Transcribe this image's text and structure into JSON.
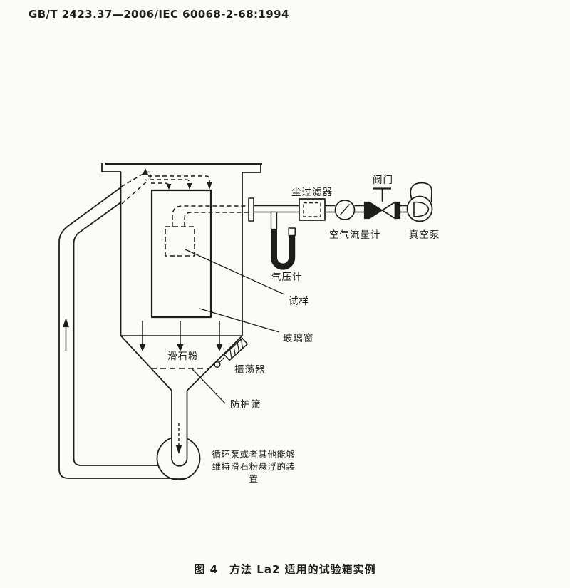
{
  "header": {
    "standard_code": "GB/T 2423.37—2006/IEC 60068-2-68:1994"
  },
  "diagram": {
    "labels": {
      "dust_filter": "尘过滤器",
      "valve": "阀门",
      "air_flow_meter": "空气流量计",
      "vacuum_pump": "真空泵",
      "manometer": "气压计",
      "specimen": "试样",
      "glass_window": "玻璃窗",
      "talc_powder": "滑石粉",
      "vibrator": "振荡器",
      "protective_screen": "防护筛",
      "circulation_note_line1": "循环泵或者其他能够",
      "circulation_note_line2": "维持滑石粉悬浮的装置"
    }
  },
  "caption": {
    "figure_label": "图 4",
    "figure_title": "方法 La2 适用的试验箱实例"
  },
  "colors": {
    "ink": "#1d1d1b",
    "paper": "#fbfbf8"
  }
}
